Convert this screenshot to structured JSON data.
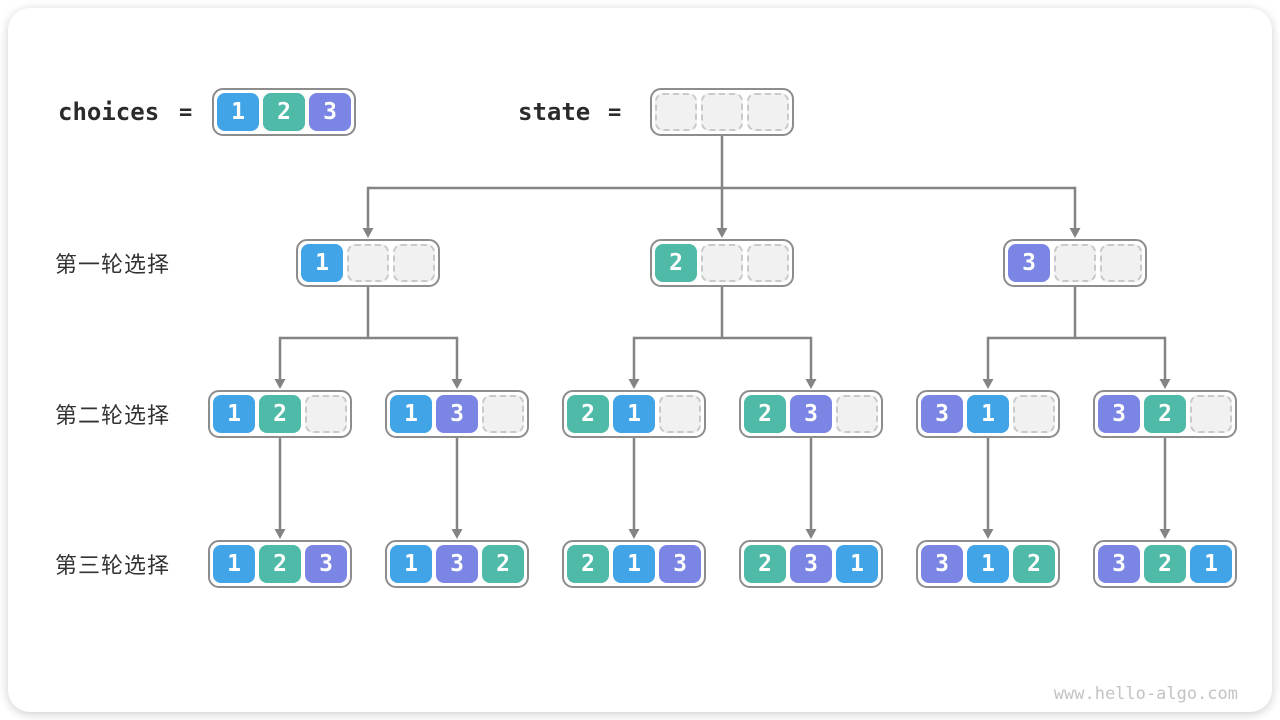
{
  "header": {
    "choices_label": "choices",
    "equals": "=",
    "state_label": "state",
    "choices_values": [
      "1",
      "2",
      "3"
    ],
    "state_values": [
      "",
      "",
      ""
    ]
  },
  "colors": {
    "1": "#41a4e6",
    "2": "#4ebaa7",
    "3": "#7b85e3",
    "arrow": "#848484"
  },
  "rounds": [
    {
      "label": "第一轮选择",
      "nodes": [
        [
          "1",
          "",
          ""
        ],
        [
          "2",
          "",
          ""
        ],
        [
          "3",
          "",
          ""
        ]
      ]
    },
    {
      "label": "第二轮选择",
      "nodes": [
        [
          "1",
          "2",
          ""
        ],
        [
          "1",
          "3",
          ""
        ],
        [
          "2",
          "1",
          ""
        ],
        [
          "2",
          "3",
          ""
        ],
        [
          "3",
          "1",
          ""
        ],
        [
          "3",
          "2",
          ""
        ]
      ]
    },
    {
      "label": "第三轮选择",
      "nodes": [
        [
          "1",
          "2",
          "3"
        ],
        [
          "1",
          "3",
          "2"
        ],
        [
          "2",
          "1",
          "3"
        ],
        [
          "2",
          "3",
          "1"
        ],
        [
          "3",
          "1",
          "2"
        ],
        [
          "3",
          "2",
          "1"
        ]
      ]
    }
  ],
  "watermark": "www.hello-algo.com"
}
